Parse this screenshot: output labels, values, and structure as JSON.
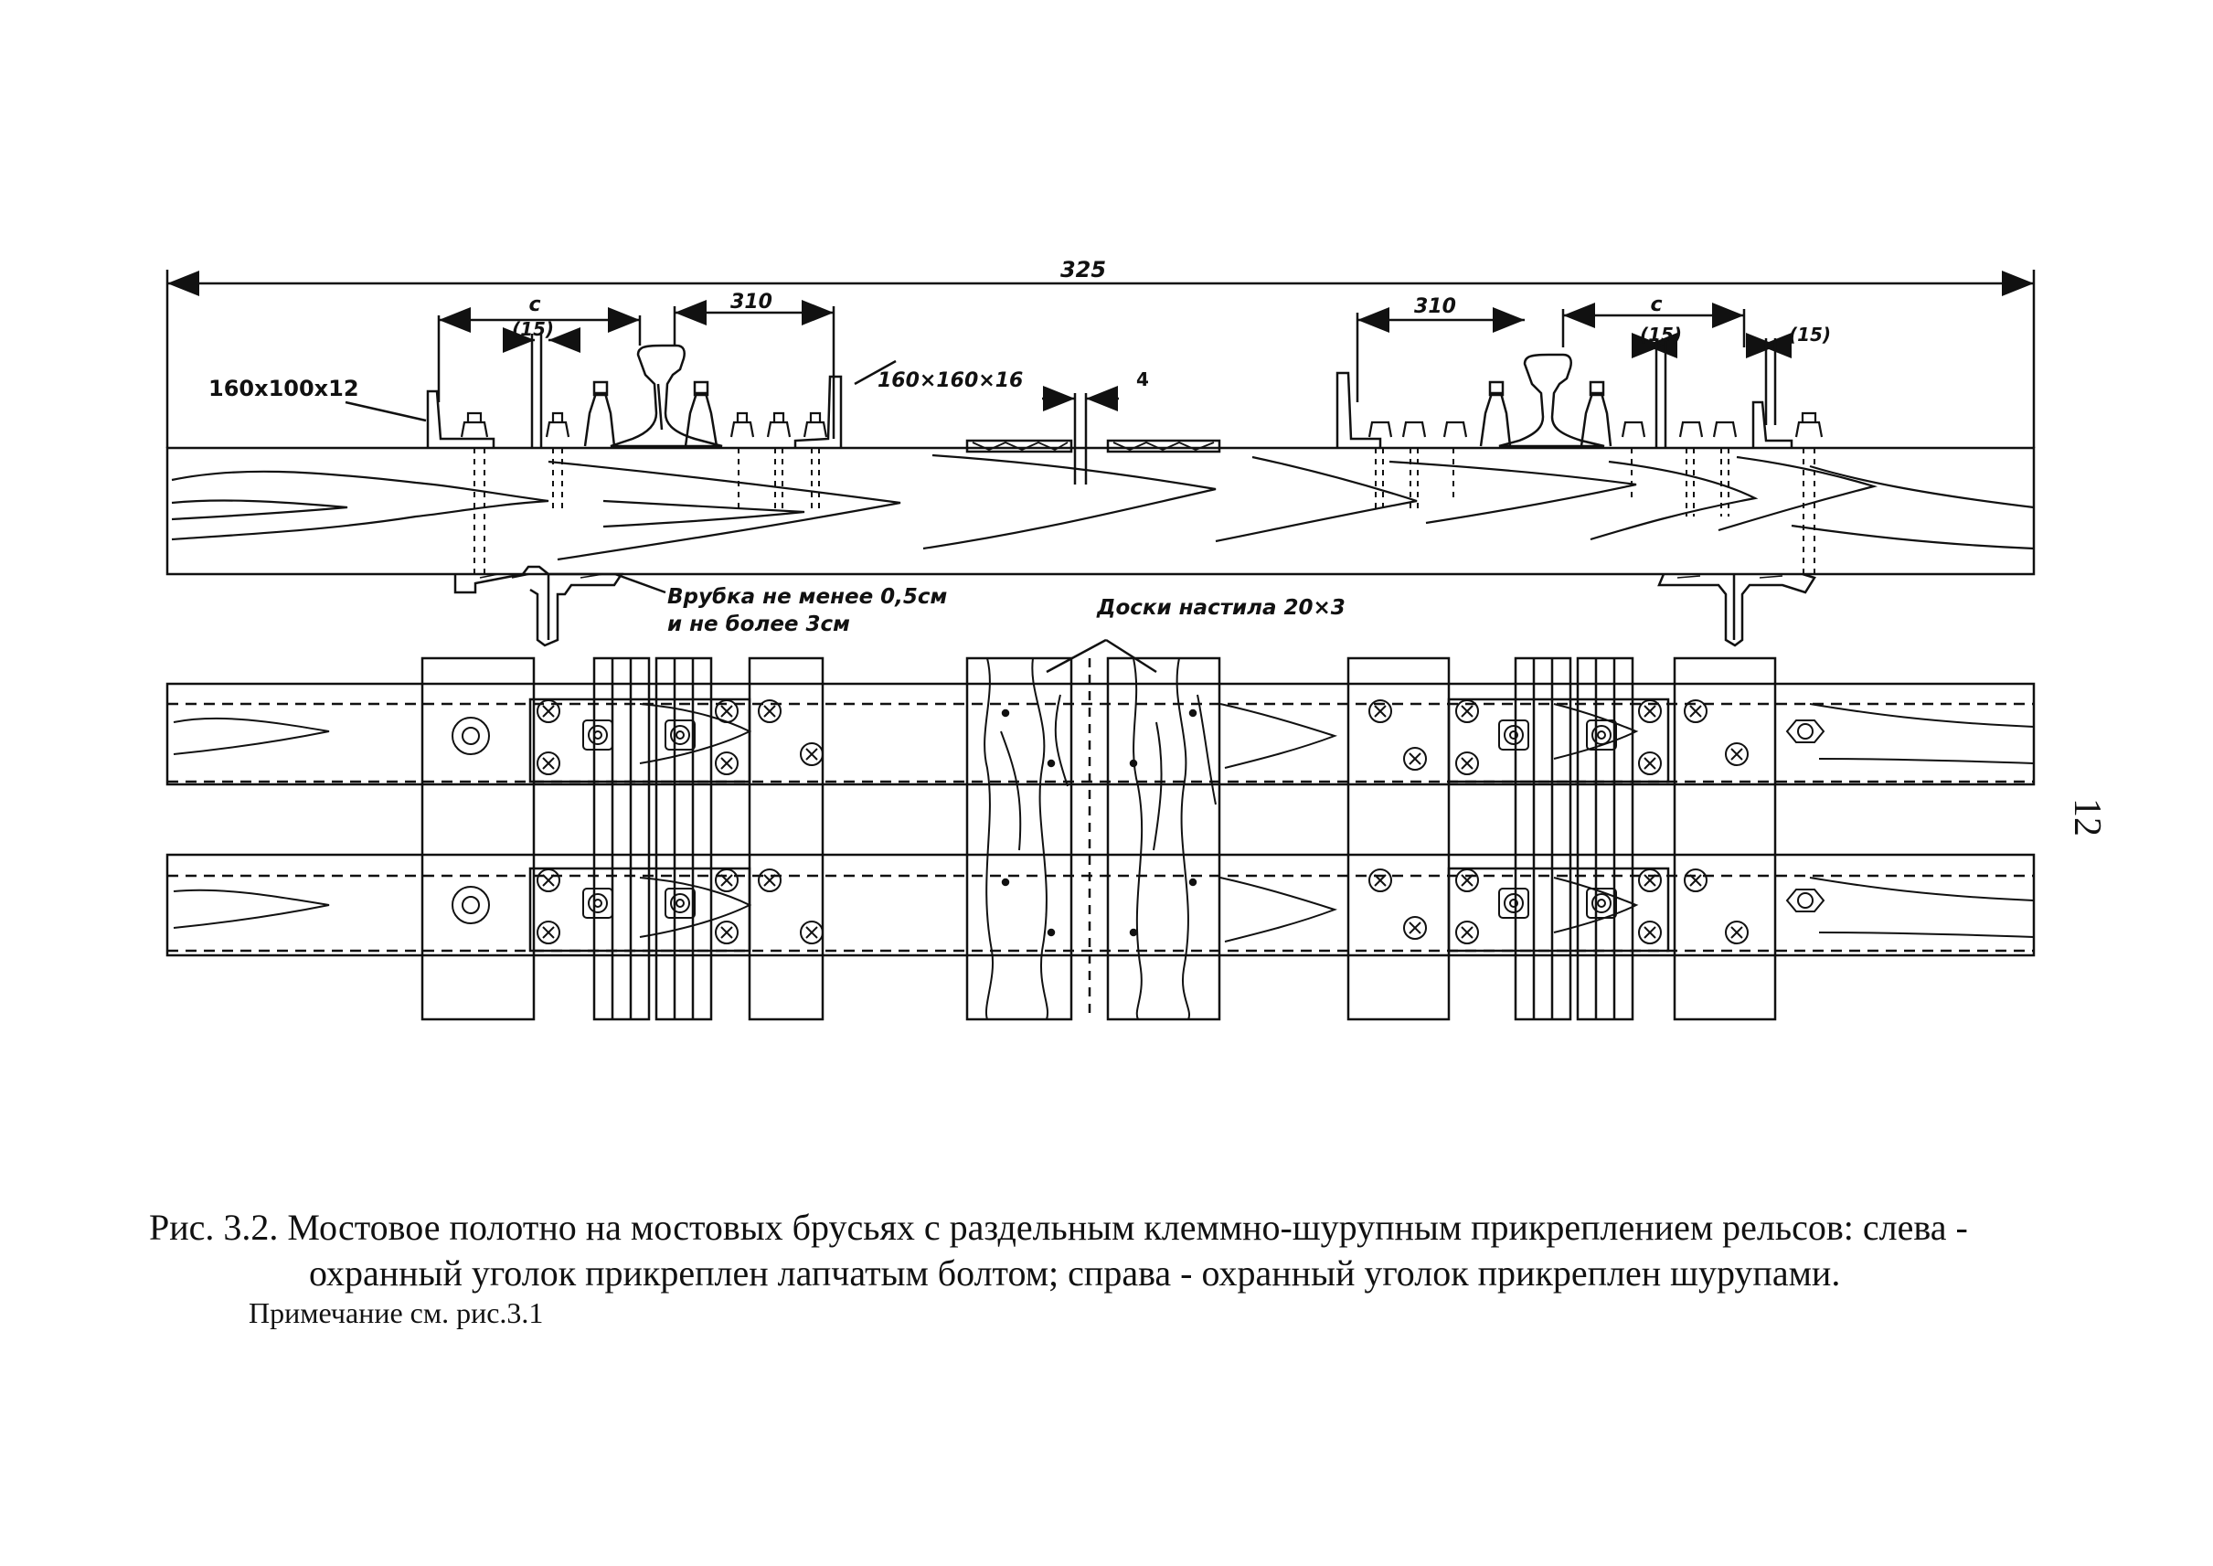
{
  "dimensions": {
    "total": "325",
    "left_span": "310",
    "right_span": "310",
    "left_c": "c",
    "right_c": "c",
    "left_15": "(15)",
    "right_15_a": "(15)",
    "right_15_b": "(15)",
    "gap": "4"
  },
  "labels": {
    "angle_left": "160x100x12",
    "angle_mid": "160×160×16",
    "notch_line1": "Врубка не менее 0,5см",
    "notch_line2": "и не более 3см",
    "boards": "Доски настила 20×3"
  },
  "caption": {
    "prefix": "Рис.",
    "line1": " 3.2. Мостовое полотно на мостовых брусьях с раздельным клеммно-шурупным прикреплением рельсов: слева -",
    "line2": "охранный уголок прикреплен лапчатым болтом; справа - охранный уголок прикреплен  шурупами."
  },
  "note": "Примечание   см. рис.3.1",
  "page_number": "12"
}
